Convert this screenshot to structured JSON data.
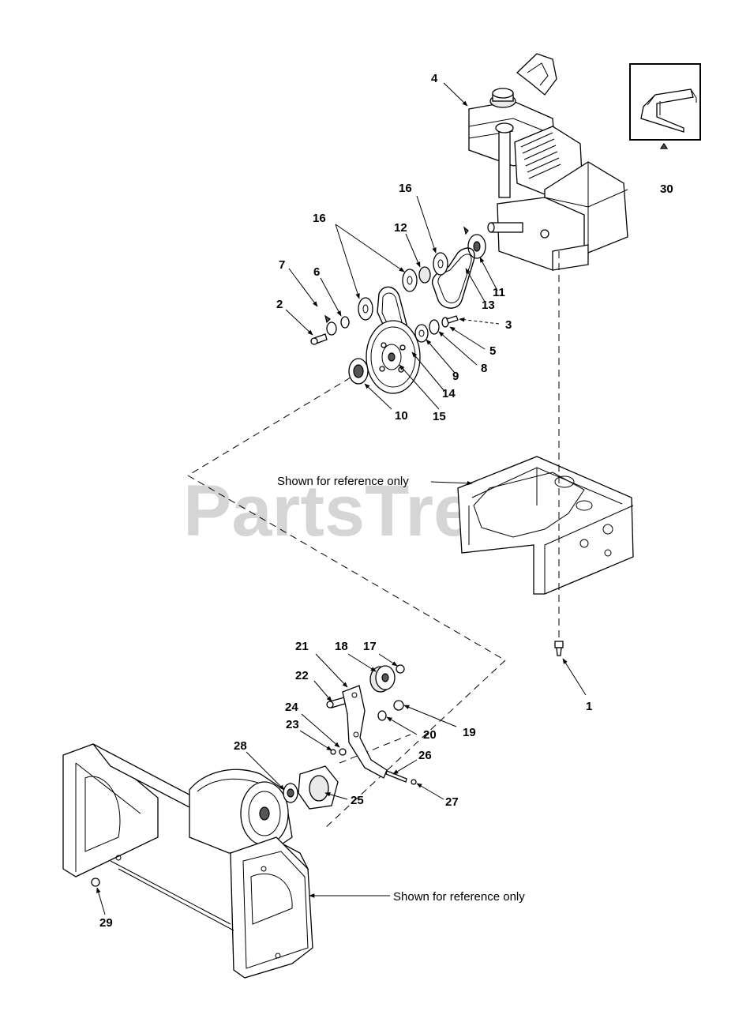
{
  "watermark": "PartsTree",
  "notes": {
    "frame_reference": "Shown for reference only",
    "housing_reference": "Shown for reference only"
  },
  "callouts": {
    "c1": "1",
    "c2": "2",
    "c3": "3",
    "c4": "4",
    "c5": "5",
    "c6": "6",
    "c7": "7",
    "c8": "8",
    "c9": "9",
    "c10": "10",
    "c11": "11",
    "c12": "12",
    "c13": "13",
    "c14": "14",
    "c15": "15",
    "c16a": "16",
    "c16b": "16",
    "c17": "17",
    "c18": "18",
    "c19": "19",
    "c20": "20",
    "c21": "21",
    "c22": "22",
    "c23": "23",
    "c24": "24",
    "c25": "25",
    "c26": "26",
    "c27": "27",
    "c28": "28",
    "c29": "29",
    "c30": "30"
  }
}
